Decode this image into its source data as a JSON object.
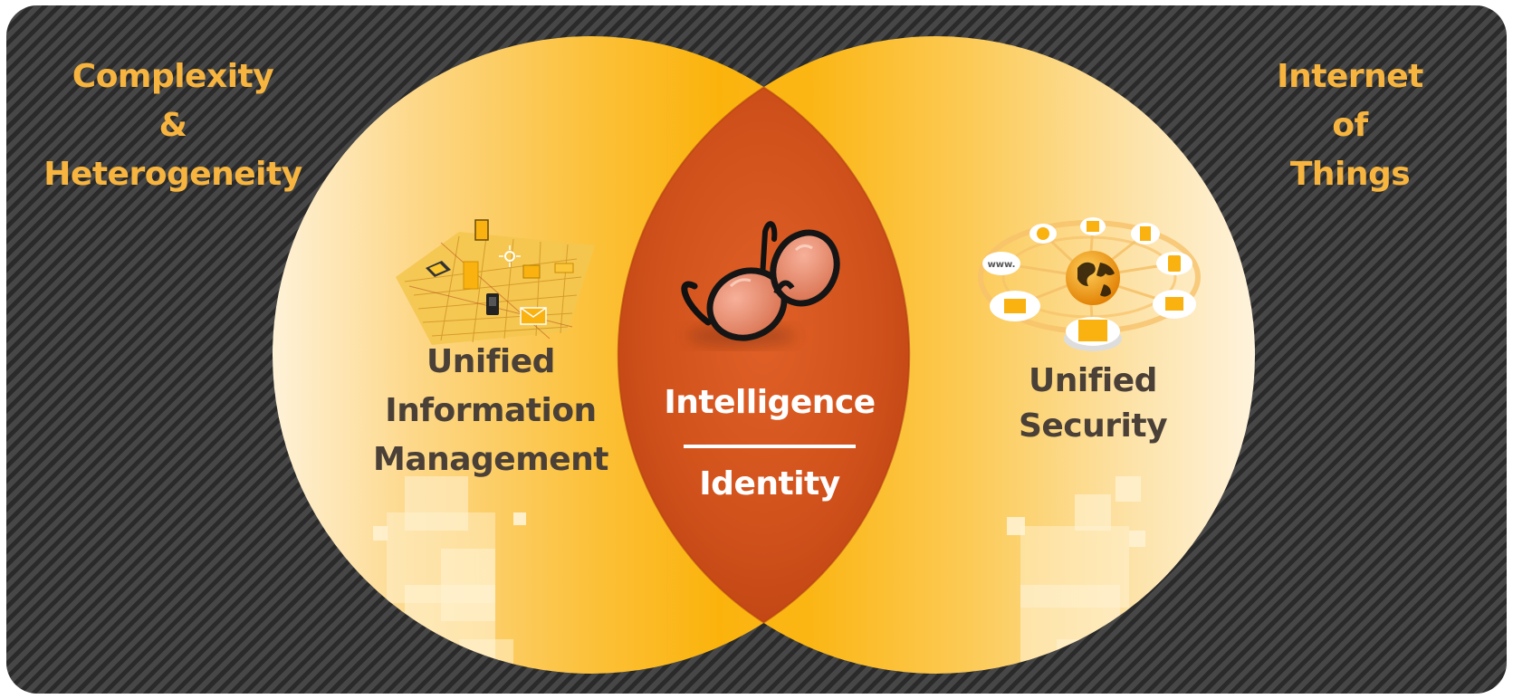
{
  "corner_labels": {
    "left": [
      "Complexity",
      "&",
      "Heterogeneity"
    ],
    "right": [
      "Internet",
      "of",
      "Things"
    ]
  },
  "circles": {
    "left": {
      "title_lines": [
        "Unified",
        "Information",
        "Management"
      ],
      "icon": "network-devices-map-icon"
    },
    "right": {
      "title_lines": [
        "Unified",
        "Security"
      ],
      "icon": "globe-network-icon"
    }
  },
  "intersection": {
    "top_label": "Intelligence",
    "bottom_label": "Identity",
    "icon": "glasses-icon"
  },
  "globe_node_labels": [
    "www."
  ],
  "colors": {
    "background_dark": "#3d3d3d",
    "corner_text": "#f7b53f",
    "circle_gold": "#fbb611",
    "circle_light": "#fef0d2",
    "intersection": "#d4541f",
    "circle_text": "#4a4037",
    "center_text": "#ffffff"
  }
}
